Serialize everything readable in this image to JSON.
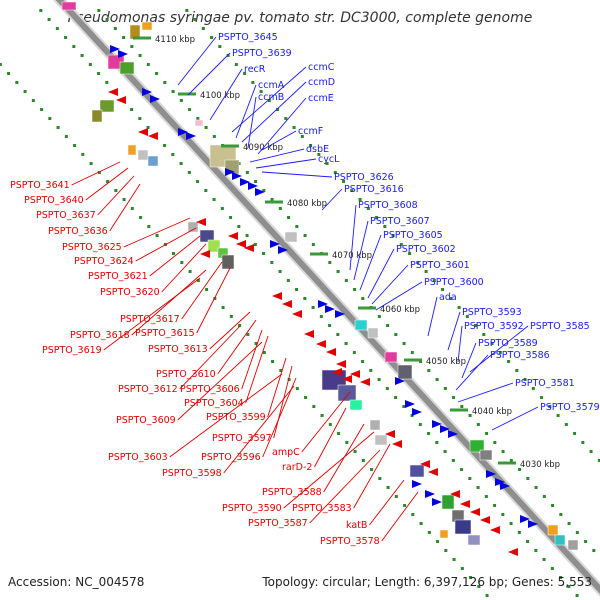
{
  "title": "Pseudomonas syringae pv. tomato str. DC3000, complete genome",
  "footer": {
    "accession": "Accession: NC_004578",
    "summary": "Topology: circular; Length: 6,397,126 bp; Genes: 5,553"
  },
  "colors": {
    "forward_label": "#1a1aff",
    "reverse_label": "#e60000",
    "backbone": "#9a9a9a",
    "tick_dots": "#2a8a2a"
  },
  "scale_labels": [
    "4110 kbp",
    "4100 kbp",
    "4090 kbp",
    "4080 kbp",
    "4070 kbp",
    "4060 kbp",
    "4050 kbp",
    "4040 kbp",
    "4030 kbp"
  ],
  "forward_genes": [
    "PSPTO_3645",
    "PSPTO_3639",
    "recR",
    "ccmC",
    "ccmA",
    "ccmD",
    "ccmB",
    "ccmE",
    "ccmF",
    "dsbE",
    "cycL",
    "PSPTO_3626",
    "PSPTO_3616",
    "PSPTO_3608",
    "PSPTO_3607",
    "PSPTO_3605",
    "PSPTO_3602",
    "PSPTO_3601",
    "PSPTO_3600",
    "ada",
    "PSPTO_3593",
    "PSPTO_3592",
    "PSPTO_3585",
    "PSPTO_3589",
    "PSPTO_3586",
    "PSPTO_3581",
    "PSPTO_3579"
  ],
  "reverse_genes": [
    "PSPTO_3641",
    "PSPTO_3640",
    "PSPTO_3637",
    "PSPTO_3636",
    "PSPTO_3625",
    "PSPTO_3624",
    "PSPTO_3621",
    "PSPTO_3620",
    "PSPTO_3617",
    "PSPTO_3618",
    "PSPTO_3615",
    "PSPTO_3619",
    "PSPTO_3613",
    "PSPTO_3610",
    "PSPTO_3612",
    "PSPTO_3606",
    "PSPTO_3604",
    "PSPTO_3609",
    "PSPTO_3599",
    "PSPTO_3597",
    "PSPTO_3603",
    "PSPTO_3596",
    "ampC",
    "PSPTO_3598",
    "rarD-2",
    "PSPTO_3588",
    "PSPTO_3590",
    "PSPTO_3583",
    "PSPTO_3587",
    "katB",
    "PSPTO_3578"
  ]
}
